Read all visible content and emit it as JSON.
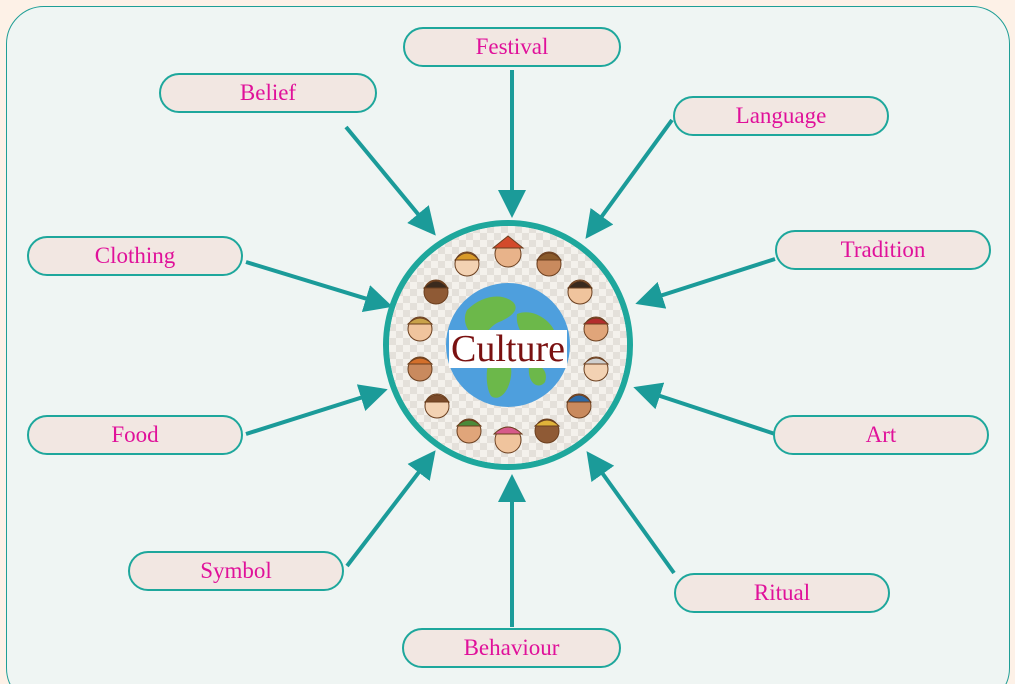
{
  "diagram": {
    "center": {
      "label": "Culture"
    },
    "nodes": [
      {
        "id": "festival",
        "label": "Festival"
      },
      {
        "id": "belief",
        "label": "Belief"
      },
      {
        "id": "language",
        "label": "Language"
      },
      {
        "id": "clothing",
        "label": "Clothing"
      },
      {
        "id": "tradition",
        "label": "Tradition"
      },
      {
        "id": "food",
        "label": "Food"
      },
      {
        "id": "art",
        "label": "Art"
      },
      {
        "id": "symbol",
        "label": "Symbol"
      },
      {
        "id": "ritual",
        "label": "Ritual"
      },
      {
        "id": "behaviour",
        "label": "Behaviour"
      }
    ],
    "colors": {
      "page_background": "#fdf1e7",
      "panel_background": "#eff5f3",
      "accent": "#1ea79c",
      "node_fill": "#f2e7e2",
      "node_text": "#e0119a",
      "center_text": "#7a1111"
    }
  }
}
